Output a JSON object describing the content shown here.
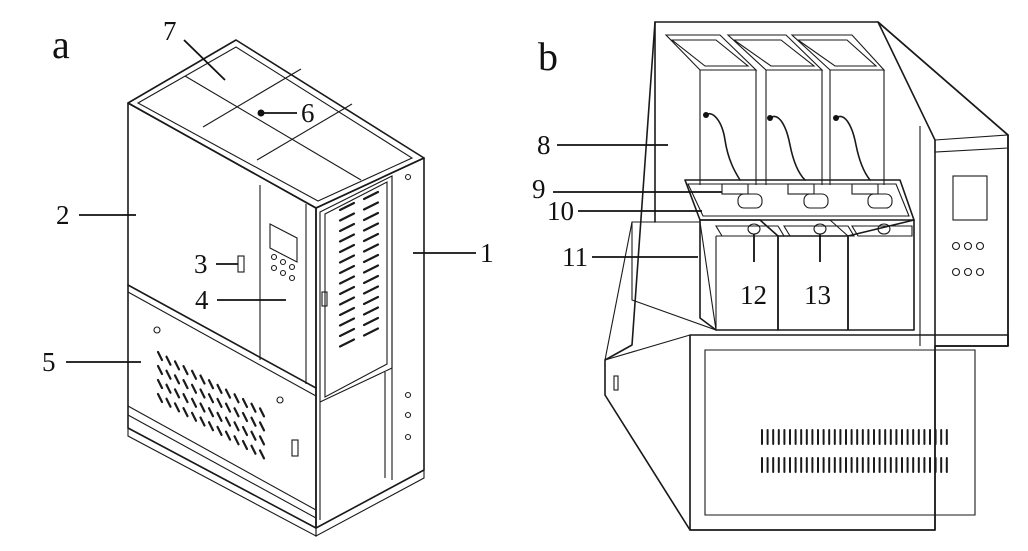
{
  "panels": [
    {
      "letter": "a",
      "callouts": [
        "1",
        "2",
        "3",
        "4",
        "5",
        "6",
        "7"
      ]
    },
    {
      "letter": "b",
      "callouts": [
        "8",
        "9",
        "10",
        "11",
        "12",
        "13"
      ]
    }
  ]
}
